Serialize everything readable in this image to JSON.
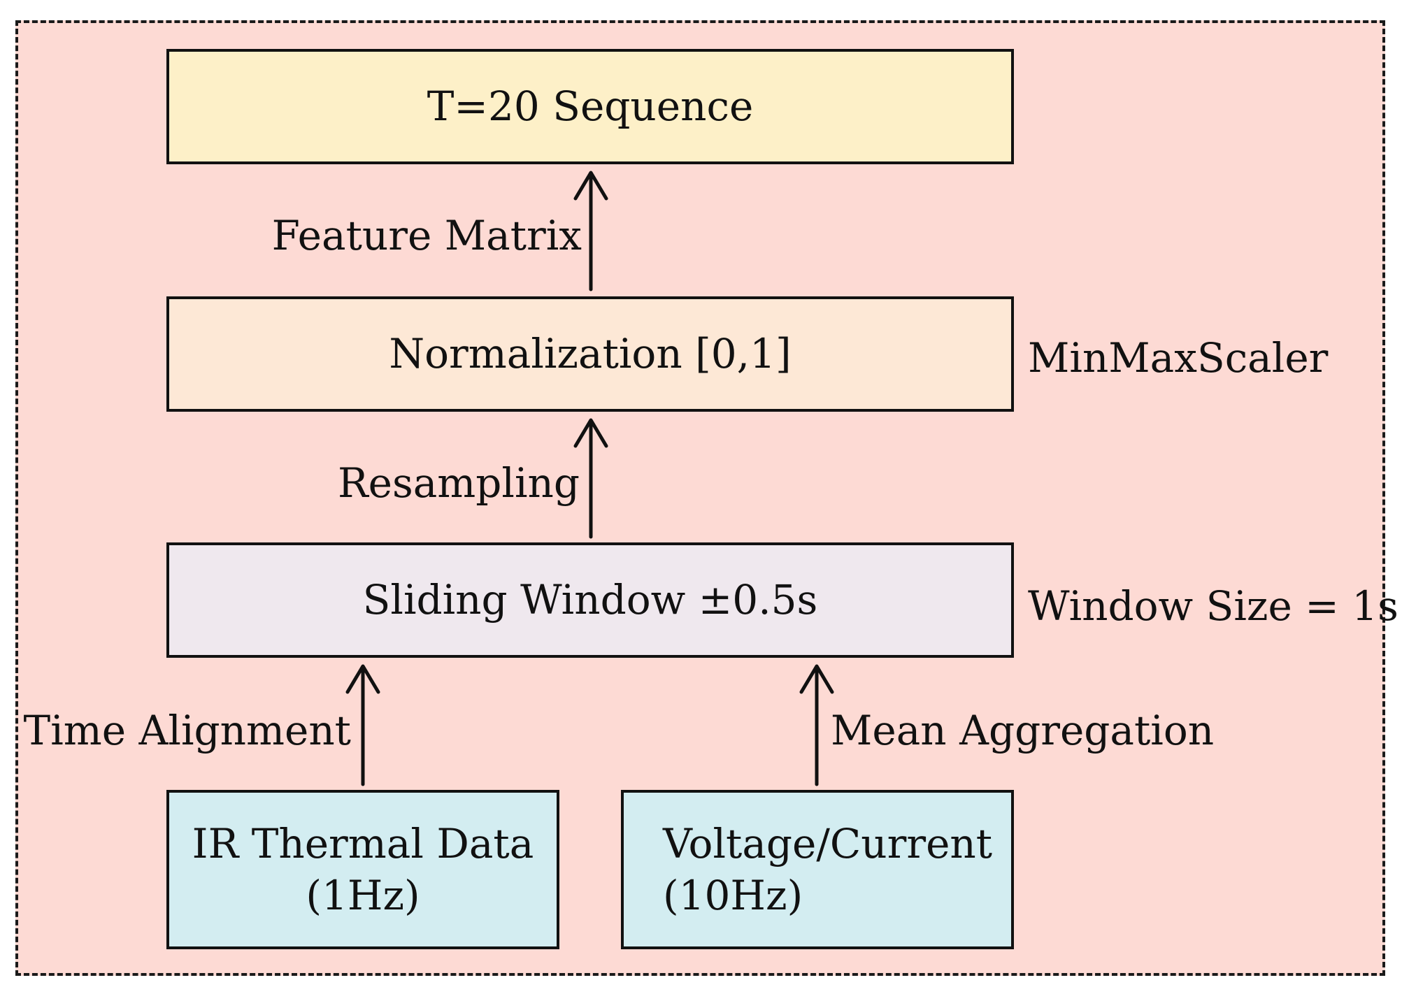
{
  "diagram": {
    "colors": {
      "container_bg": "#fddad4",
      "sequence_box": "#fdf0c8",
      "normalization_box": "#fde8d6",
      "sliding_window_box": "#efe8ee",
      "input_box": "#d3edf1",
      "stroke": "#111111"
    },
    "boxes": {
      "sequence": "T=20 Sequence",
      "normalization": "Normalization [0,1]",
      "sliding_window": "Sliding Window ±0.5s",
      "ir_thermal": {
        "line1": "IR Thermal Data",
        "line2": "(1Hz)"
      },
      "voltage_current": {
        "line1": "Voltage/Current",
        "line2": "(10Hz)"
      }
    },
    "edge_labels": {
      "feature_matrix": "Feature Matrix",
      "resampling": "Resampling",
      "time_alignment": "Time Alignment",
      "mean_aggregation": "Mean Aggregation"
    },
    "side_notes": {
      "minmax": "MinMaxScaler",
      "window_size": "Window Size = 1s"
    }
  }
}
